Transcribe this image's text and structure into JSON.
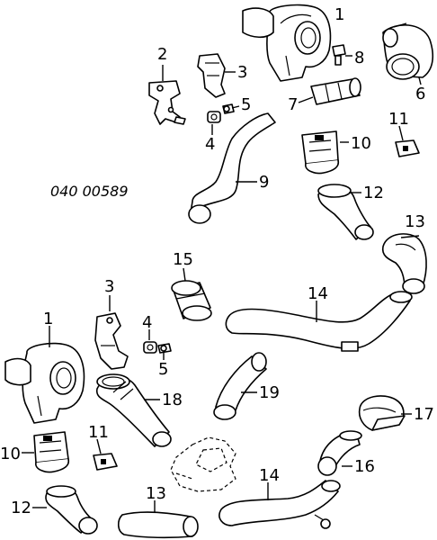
{
  "diagram": {
    "reference_code": "040 00589",
    "callouts": {
      "top_blower": "1",
      "top_bracket": "2",
      "top_clip": "3",
      "top_grommet": "4",
      "top_bolt": "5",
      "top_elbow_hose": "6",
      "top_sleeve": "7",
      "top_sensor": "8",
      "top_duct_9": "9",
      "top_motor": "10",
      "top_clamp": "11",
      "top_elbow_12": "12",
      "top_elbow_13": "13",
      "upper_duct_14": "14",
      "coupler_15": "15",
      "bottom_clip": "3",
      "bottom_grommet": "4",
      "bottom_bolt": "5",
      "bottom_blower": "1",
      "bottom_motor": "10",
      "bottom_clamp": "11",
      "bottom_elbow_12": "12",
      "bottom_duct_13": "13",
      "lower_duct_14": "14",
      "bellows_16": "16",
      "cap_17": "17",
      "flex_duct_18": "18",
      "duct_19": "19"
    }
  }
}
